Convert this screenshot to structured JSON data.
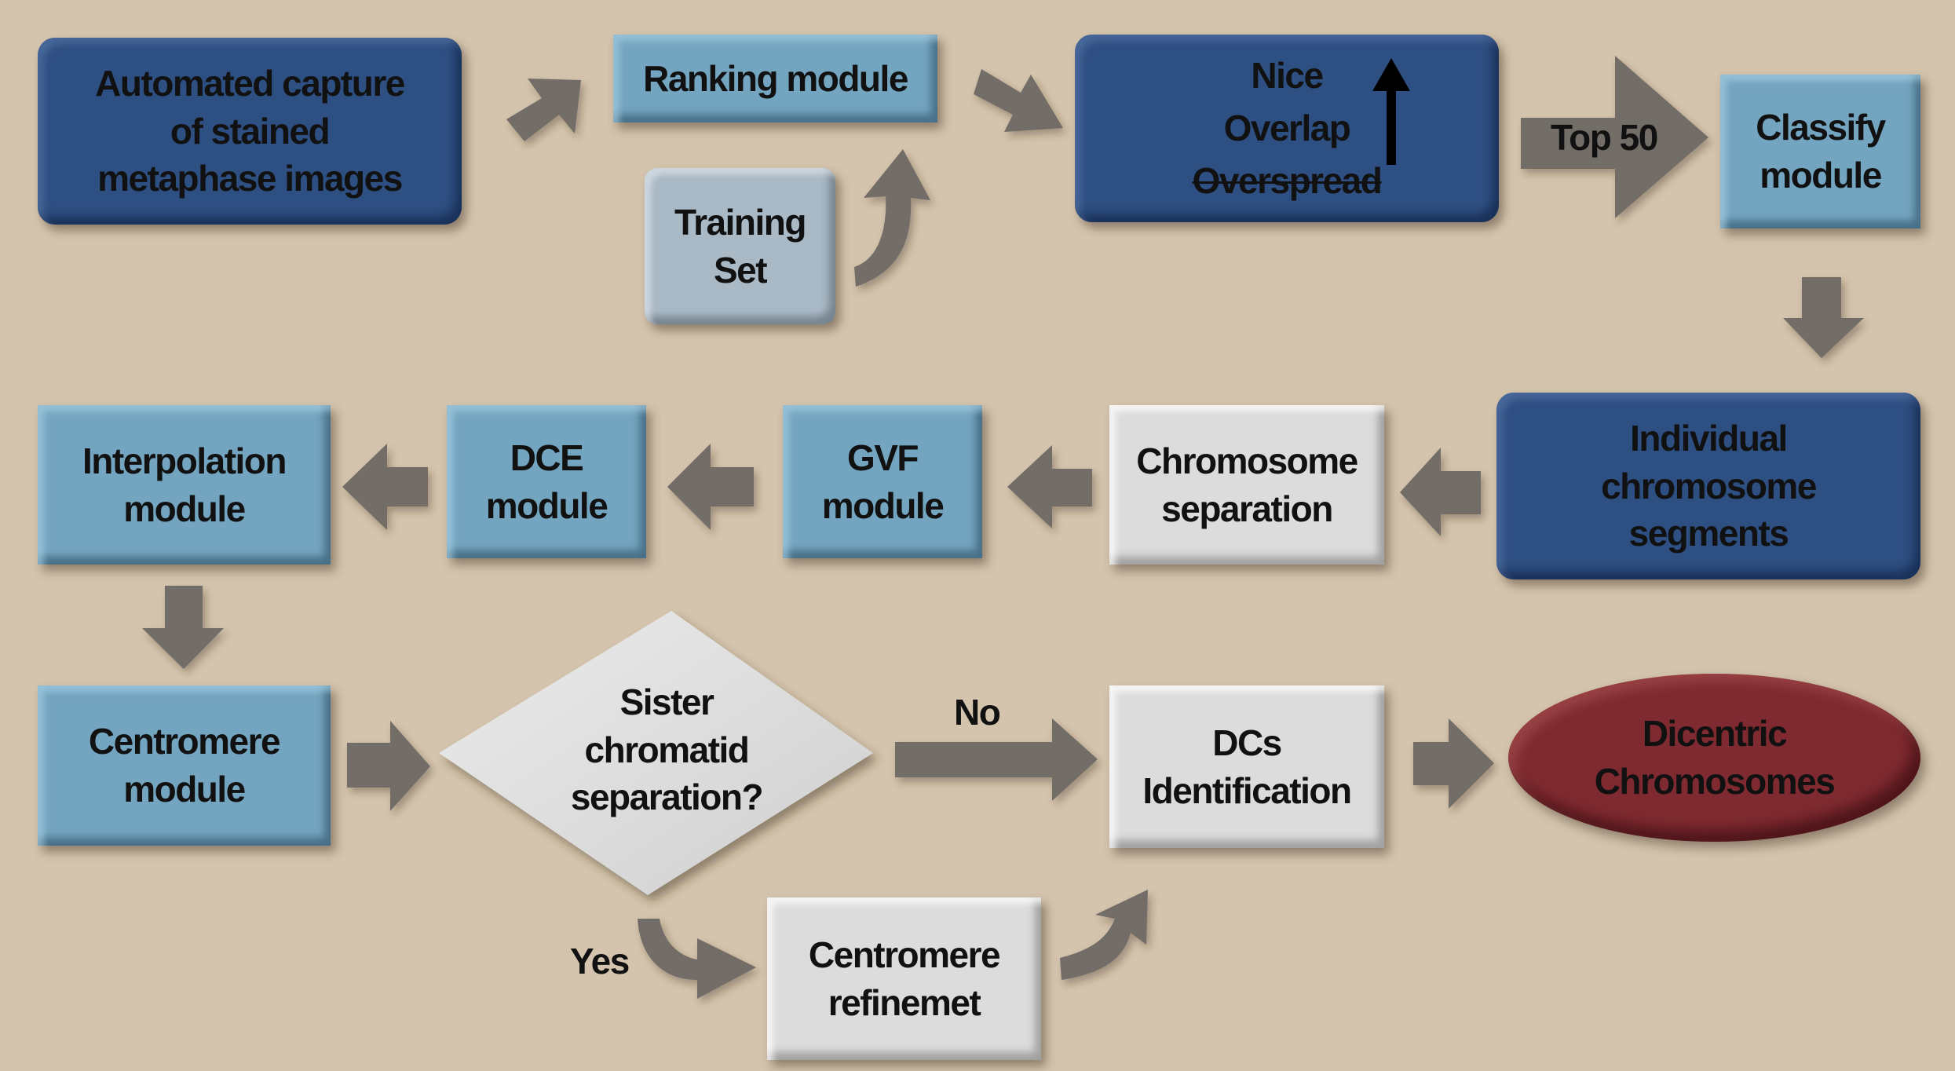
{
  "colors": {
    "background": "#d4c4ad",
    "dark_blue": "#2e4f82",
    "light_blue": "#74a5c0",
    "pale_blue_grey": "#a9b9c6",
    "light_grey": "#dcdcdc",
    "dark_red": "#7e2a30",
    "arrow_grey": "#736d68"
  },
  "nodes": {
    "automated_capture": "Automated capture\nof stained\nmetaphase images",
    "ranking_module": "Ranking module",
    "training_set": "Training\nSet",
    "nice": "Nice",
    "overlap": "Overlap",
    "overspread": "Overspread",
    "classify_module": "Classify\nmodule",
    "individual_segments": "Individual\nchromosome\nsegments",
    "chromosome_separation": "Chromosome\nseparation",
    "gvf_module": "GVF\nmodule",
    "dce_module": "DCE\nmodule",
    "interpolation_module": "Interpolation\nmodule",
    "centromere_module": "Centromere\nmodule",
    "sister_decision": "Sister\nchromatid\nseparation?",
    "dcs_identification": "DCs\nIdentification",
    "dicentric_chromosomes": "Dicentric\nChromosomes",
    "centromere_refinement": "Centromere\nrefinemet"
  },
  "arrow_labels": {
    "top50": "Top 50",
    "no": "No",
    "yes": "Yes"
  },
  "icons": {
    "up_arrow": "up-arrow-icon"
  }
}
